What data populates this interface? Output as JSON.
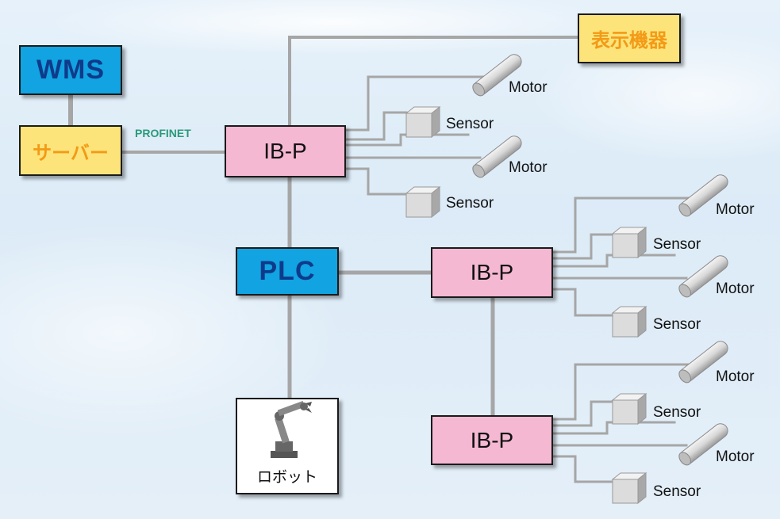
{
  "nodes": {
    "wms": "WMS",
    "server": "サーバー",
    "display": "表示機器",
    "plc": "PLC",
    "ibp_top": "IB-P",
    "ibp_mid": "IB-P",
    "ibp_bottom": "IB-P",
    "robot": "ロボット"
  },
  "protocol_label": "PROFINET",
  "devices": {
    "motor": "Motor",
    "sensor": "Sensor"
  },
  "colors": {
    "wire": "#a6a6a6",
    "controller": "#11a3e2",
    "server": "#fde47a",
    "io": "#f5b8d3"
  }
}
